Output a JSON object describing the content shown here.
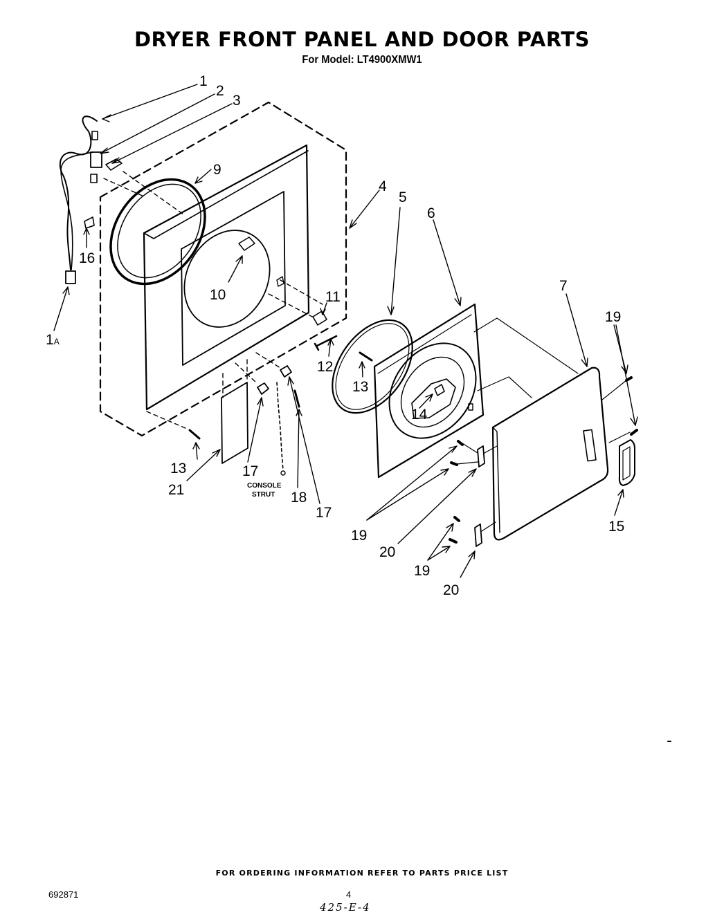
{
  "header": {
    "title": "DRYER FRONT PANEL AND DOOR PARTS",
    "model_line": "For Model: LT4900XMW1"
  },
  "callouts": {
    "c1": "1",
    "c2": "2",
    "c3": "3",
    "c4": "4",
    "c5": "5",
    "c6": "6",
    "c7": "7",
    "c9": "9",
    "c10": "10",
    "c11": "11",
    "c12": "12",
    "c13a": "13",
    "c13b": "13",
    "c14": "14",
    "c15": "15",
    "c16": "16",
    "c17a": "17",
    "c17b": "17",
    "c18": "18",
    "c19a": "19",
    "c19b": "19",
    "c19c": "19",
    "c20a": "20",
    "c20b": "20",
    "c21": "21",
    "c1a": "1",
    "c1a_sub": "A"
  },
  "labels": {
    "console_strut_1": "CONSOLE",
    "console_strut_2": "STRUT"
  },
  "footer": {
    "ordering_note": "FOR ORDERING INFORMATION REFER TO PARTS PRICE LIST",
    "doc_number": "692871",
    "page_number": "4",
    "handwritten": "425-E-4"
  }
}
